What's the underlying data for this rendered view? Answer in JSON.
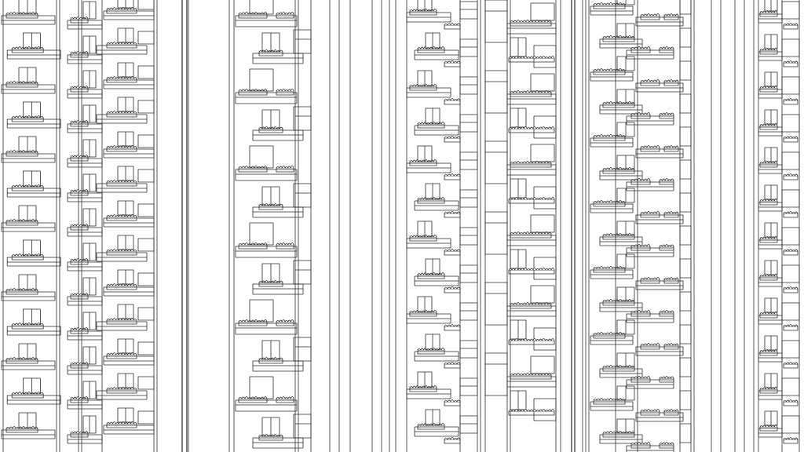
{
  "image": {
    "background_color": "#ffffff",
    "line_color": "#2a2a2a",
    "planter_fill": "#ffffff",
    "towers": [
      {
        "name": "tower-left",
        "floors": 13
      },
      {
        "name": "tower-center-left",
        "floors": 6
      },
      {
        "name": "tower-center",
        "floors": 12
      },
      {
        "name": "tower-center-right",
        "floors": 6
      },
      {
        "name": "tower-right",
        "floors": 14
      },
      {
        "name": "tower-far-right",
        "floors": 12
      }
    ]
  }
}
